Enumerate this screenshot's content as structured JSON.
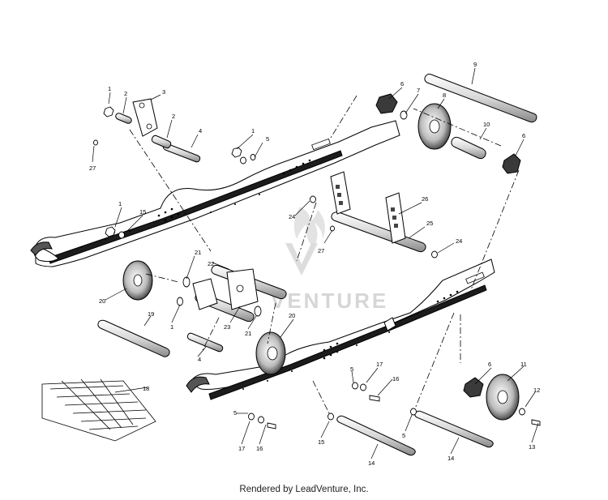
{
  "footer": "Rendered by LeadVenture, Inc.",
  "watermark": "VENTURE",
  "callouts": {
    "c1a": "1",
    "c2a": "2",
    "c3": "3",
    "c2b": "2",
    "c4a": "4",
    "c27a": "27",
    "c1b": "1",
    "c5a": "5",
    "c6a": "6",
    "c7": "7",
    "c8": "8",
    "c9": "9",
    "c10": "10",
    "c6b": "6",
    "c26": "26",
    "c25": "25",
    "c24a": "24",
    "c24b": "24",
    "c27b": "27",
    "c1c": "1",
    "c15a": "15",
    "c21a": "21",
    "c22": "22",
    "c20a": "20",
    "c1d": "1",
    "c23": "23",
    "c21b": "21",
    "c20b": "20",
    "c19": "19",
    "c4b": "4",
    "c18": "18",
    "c6c": "6",
    "c11": "11",
    "c12": "12",
    "c13": "13",
    "c17a": "17",
    "c16a": "16",
    "c5b": "5",
    "c5c": "5",
    "c17b": "17",
    "c16b": "16",
    "c15b": "15",
    "c5d": "5",
    "c14a": "14",
    "c14b": "14"
  }
}
